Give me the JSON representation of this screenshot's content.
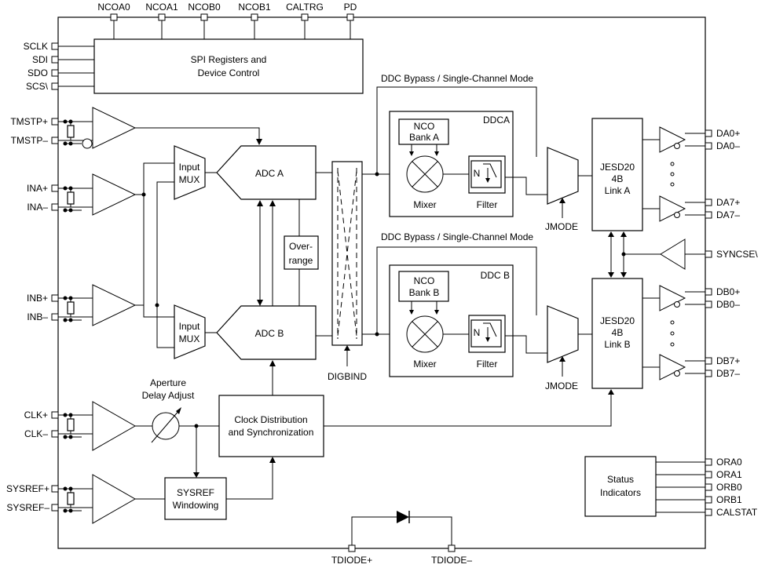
{
  "top_pins": [
    "NCOA0",
    "NCOA1",
    "NCOB0",
    "NCOB1",
    "CALTRG",
    "PD"
  ],
  "left_spi_pins": [
    "SCLK",
    "SDI",
    "SDO",
    "SCS\\"
  ],
  "left_pins": {
    "tmstp_p": "TMSTP+",
    "tmstp_n": "TMSTP–",
    "ina_p": "INA+",
    "ina_n": "INA–",
    "inb_p": "INB+",
    "inb_n": "INB–",
    "clk_p": "CLK+",
    "clk_n": "CLK–",
    "sysref_p": "SYSREF+",
    "sysref_n": "SYSREF–"
  },
  "right_pins": {
    "da0_p": "DA0+",
    "da0_n": "DA0–",
    "da7_p": "DA7+",
    "da7_n": "DA7–",
    "syncse": "SYNCSE\\",
    "db0_p": "DB0+",
    "db0_n": "DB0–",
    "db7_p": "DB7+",
    "db7_n": "DB7–",
    "status": [
      "ORA0",
      "ORA1",
      "ORB0",
      "ORB1",
      "CALSTAT"
    ]
  },
  "bottom_pins": {
    "tdiode_p": "TDIODE+",
    "tdiode_n": "TDIODE–"
  },
  "blocks": {
    "spi": [
      "SPI Registers and",
      "Device Control"
    ],
    "mux": [
      "Input",
      "MUX"
    ],
    "adc_a": "ADC A",
    "adc_b": "ADC B",
    "overrange": [
      "Over-",
      "range"
    ],
    "digbind": "DIGBIND",
    "ddc_bypass": "DDC Bypass / Single-Channel Mode",
    "ddca": "DDCA",
    "ddcb": "DDC B",
    "nco_a": [
      "NCO",
      "Bank A"
    ],
    "nco_b": [
      "NCO",
      "Bank B"
    ],
    "mixer": "Mixer",
    "filter": "Filter",
    "filter_n": "N",
    "jmode": "JMODE",
    "jesd_a": [
      "JESD20",
      "4B",
      "Link A"
    ],
    "jesd_b": [
      "JESD20",
      "4B",
      "Link B"
    ],
    "aperture": [
      "Aperture",
      "Delay Adjust"
    ],
    "clock": [
      "Clock Distribution",
      "and Synchronization"
    ],
    "sysref_win": [
      "SYSREF",
      "Windowing"
    ],
    "status": [
      "Status",
      "Indicators"
    ]
  }
}
